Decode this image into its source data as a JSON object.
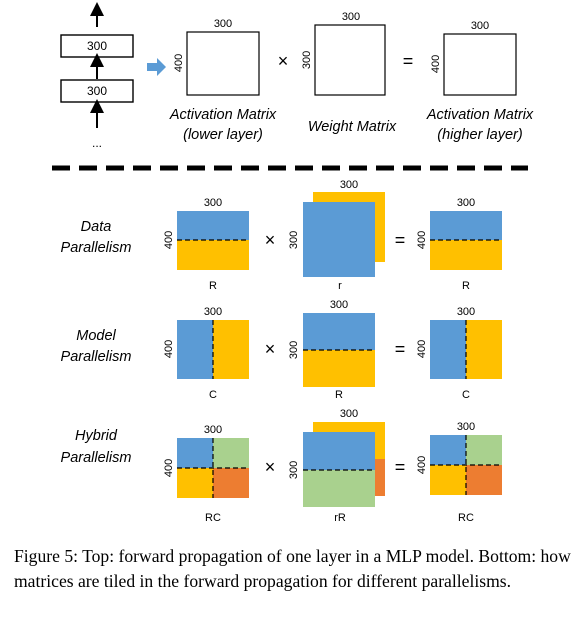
{
  "colors": {
    "blue": "#5b9bd5",
    "yellow": "#ffc000",
    "green": "#a9d18e",
    "orange": "#ed7d31",
    "arrow": "#5b9bd5"
  },
  "top": {
    "layer_box_labels": [
      "300",
      "300"
    ],
    "ellipsis": "...",
    "activation_lower": {
      "width": "300",
      "height": "400",
      "line1": "Activation Matrix",
      "line2": "(lower layer)"
    },
    "weight": {
      "width": "300",
      "height": "300",
      "line1": "Weight Matrix"
    },
    "activation_higher": {
      "width": "300",
      "height": "400",
      "line1": "Activation Matrix",
      "line2": "(higher layer)"
    },
    "times": "×",
    "equals": "="
  },
  "rows": [
    {
      "label1": "Data",
      "label2": "Parallelism",
      "left_dim": "300",
      "left_h": "400",
      "left_tag": "R",
      "mid_dim": "300",
      "mid_h": "300",
      "mid_tag": "r",
      "right_dim": "300",
      "right_h": "400",
      "right_tag": "R"
    },
    {
      "label1": "Model",
      "label2": "Parallelism",
      "left_dim": "300",
      "left_h": "400",
      "left_tag": "C",
      "mid_dim": "300",
      "mid_h": "300",
      "mid_tag": "R",
      "right_dim": "300",
      "right_h": "400",
      "right_tag": "C"
    },
    {
      "label1": "Hybrid",
      "label2": "Parallelism",
      "left_dim": "300",
      "left_h": "400",
      "left_tag": "RC",
      "mid_dim": "300",
      "mid_h": "300",
      "mid_tag": "rR",
      "right_dim": "300",
      "right_h": "400",
      "right_tag": "RC"
    }
  ],
  "caption": "Figure 5: Top: forward propagation of one layer in a MLP model. Bottom: how matrices are tiled in the forward propagation for different parallelisms."
}
